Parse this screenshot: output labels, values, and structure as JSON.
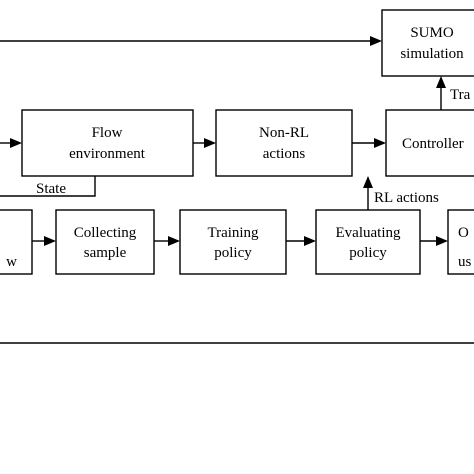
{
  "diagram": {
    "boxes": {
      "sumo": [
        "SUMO",
        "simulation"
      ],
      "flow_env": [
        "Flow",
        "environment"
      ],
      "non_rl": [
        "Non-RL",
        "actions"
      ],
      "controller": [
        "Controller"
      ],
      "left_partial": [
        "w"
      ],
      "collecting": [
        "Collecting",
        "sample"
      ],
      "training": [
        "Training",
        "policy"
      ],
      "evaluating": [
        "Evaluating",
        "policy"
      ],
      "right_partial": [
        "O",
        "us"
      ]
    },
    "edge_labels": {
      "state": "State",
      "rl_actions": "RL actions",
      "traffic": "Tra"
    }
  }
}
